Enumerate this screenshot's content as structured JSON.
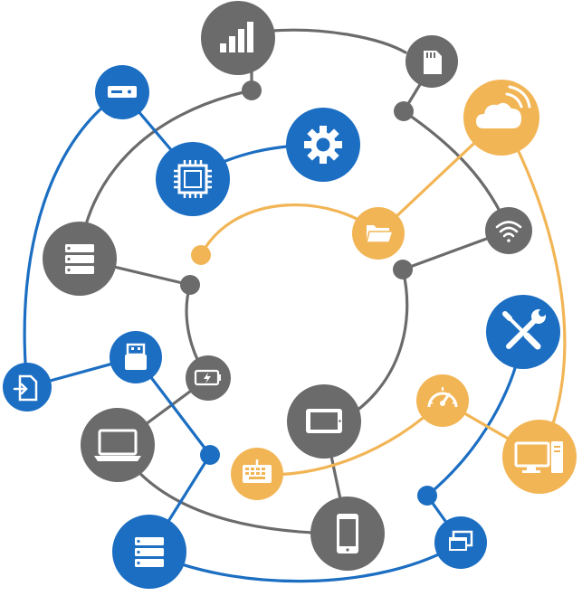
{
  "colors": {
    "gray": "#6b6b6b",
    "blue": "#1b6ec2",
    "orange": "#f2b555",
    "white": "#ffffff",
    "background": "#ffffff"
  },
  "nodes": [
    {
      "id": "signal-bars",
      "icon": "signal-bars-icon",
      "color": "gray"
    },
    {
      "id": "sd-card",
      "icon": "sd-card-icon",
      "color": "gray"
    },
    {
      "id": "hard-drive",
      "icon": "hard-drive-icon",
      "color": "blue"
    },
    {
      "id": "cloud",
      "icon": "cloud-icon",
      "color": "orange"
    },
    {
      "id": "gear",
      "icon": "gear-icon",
      "color": "blue"
    },
    {
      "id": "cpu-chip",
      "icon": "cpu-chip-icon",
      "color": "blue"
    },
    {
      "id": "server-stack",
      "icon": "server-stack-icon",
      "color": "gray"
    },
    {
      "id": "folder",
      "icon": "folder-icon",
      "color": "orange"
    },
    {
      "id": "wifi",
      "icon": "wifi-icon",
      "color": "gray"
    },
    {
      "id": "tools",
      "icon": "wrench-screwdriver-icon",
      "color": "blue"
    },
    {
      "id": "usb-drive",
      "icon": "usb-drive-icon",
      "color": "blue"
    },
    {
      "id": "battery",
      "icon": "battery-icon",
      "color": "gray"
    },
    {
      "id": "file-transfer",
      "icon": "file-transfer-icon",
      "color": "blue"
    },
    {
      "id": "tablet",
      "icon": "tablet-icon",
      "color": "gray"
    },
    {
      "id": "speedometer",
      "icon": "speedometer-icon",
      "color": "orange"
    },
    {
      "id": "laptop",
      "icon": "laptop-icon",
      "color": "gray"
    },
    {
      "id": "desktop-computer",
      "icon": "desktop-computer-icon",
      "color": "orange"
    },
    {
      "id": "keyboard",
      "icon": "keyboard-icon",
      "color": "orange"
    },
    {
      "id": "server-rack",
      "icon": "server-rack-icon",
      "color": "blue"
    },
    {
      "id": "smartphone",
      "icon": "smartphone-icon",
      "color": "gray"
    },
    {
      "id": "windows",
      "icon": "windows-icon",
      "color": "blue"
    }
  ]
}
